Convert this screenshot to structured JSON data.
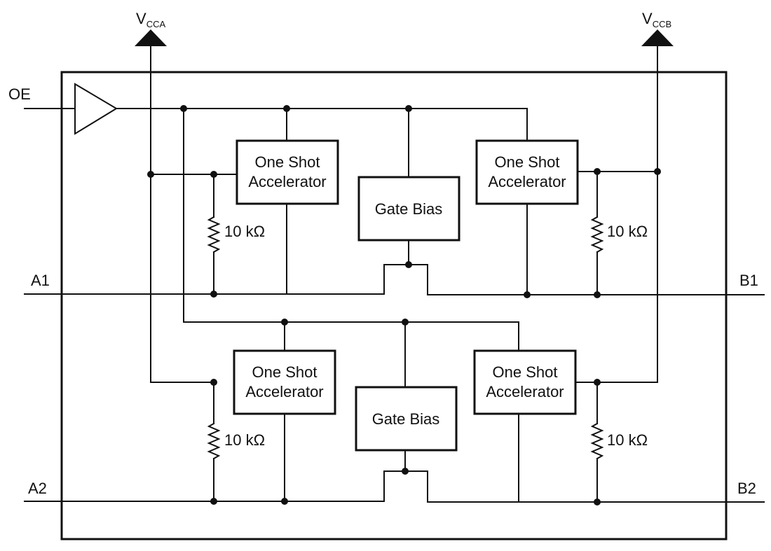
{
  "supplies": {
    "vcca": {
      "main": "V",
      "sub": "CCA"
    },
    "vccb": {
      "main": "V",
      "sub": "CCB"
    }
  },
  "pins": {
    "oe": "OE",
    "a1": "A1",
    "b1": "B1",
    "a2": "A2",
    "b2": "B2"
  },
  "blocks": {
    "osa_line1": "One Shot",
    "osa_line2": "Accelerator",
    "gate_bias": "Gate Bias"
  },
  "resistor_value": "10 kΩ"
}
